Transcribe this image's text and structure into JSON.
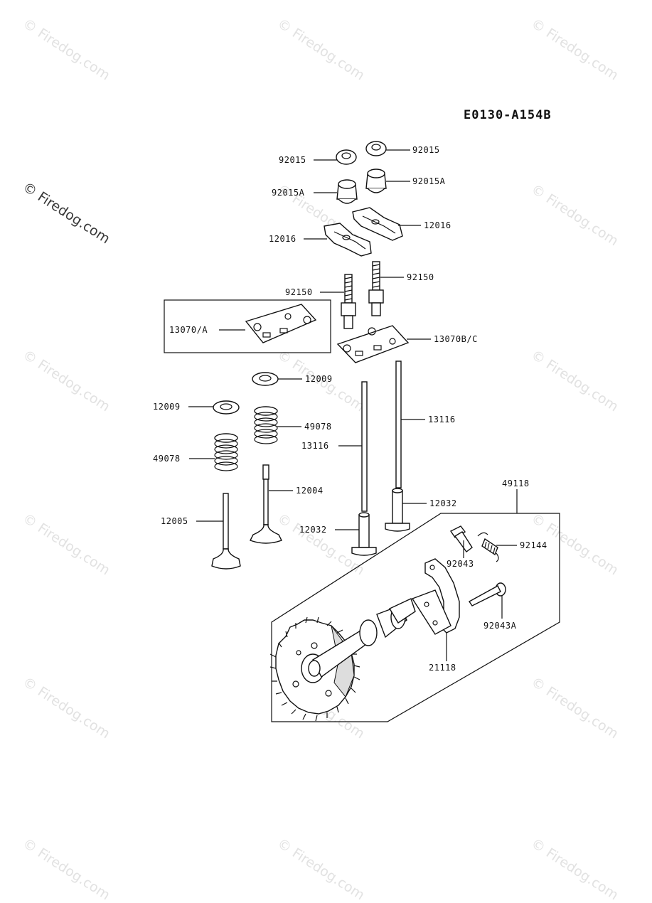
{
  "diagram_code": "E0130-A154B",
  "watermark": "© Firedog.com",
  "labels": {
    "p92015_a": "92015",
    "p92015_b": "92015",
    "p92015A_a": "92015A",
    "p92015A_b": "92015A",
    "p12016_a": "12016",
    "p12016_b": "12016",
    "p92150_a": "92150",
    "p92150_b": "92150",
    "p13070A": "13070/A",
    "p13070BC": "13070B/C",
    "p12009_a": "12009",
    "p12009_b": "12009",
    "p49078_a": "49078",
    "p49078_b": "49078",
    "p13116_a": "13116",
    "p13116_b": "13116",
    "p12004": "12004",
    "p12005": "12005",
    "p12032_a": "12032",
    "p12032_b": "12032",
    "p49118": "49118",
    "p92043": "92043",
    "p92144": "92144",
    "p92043A": "92043A",
    "p21118": "21118"
  }
}
